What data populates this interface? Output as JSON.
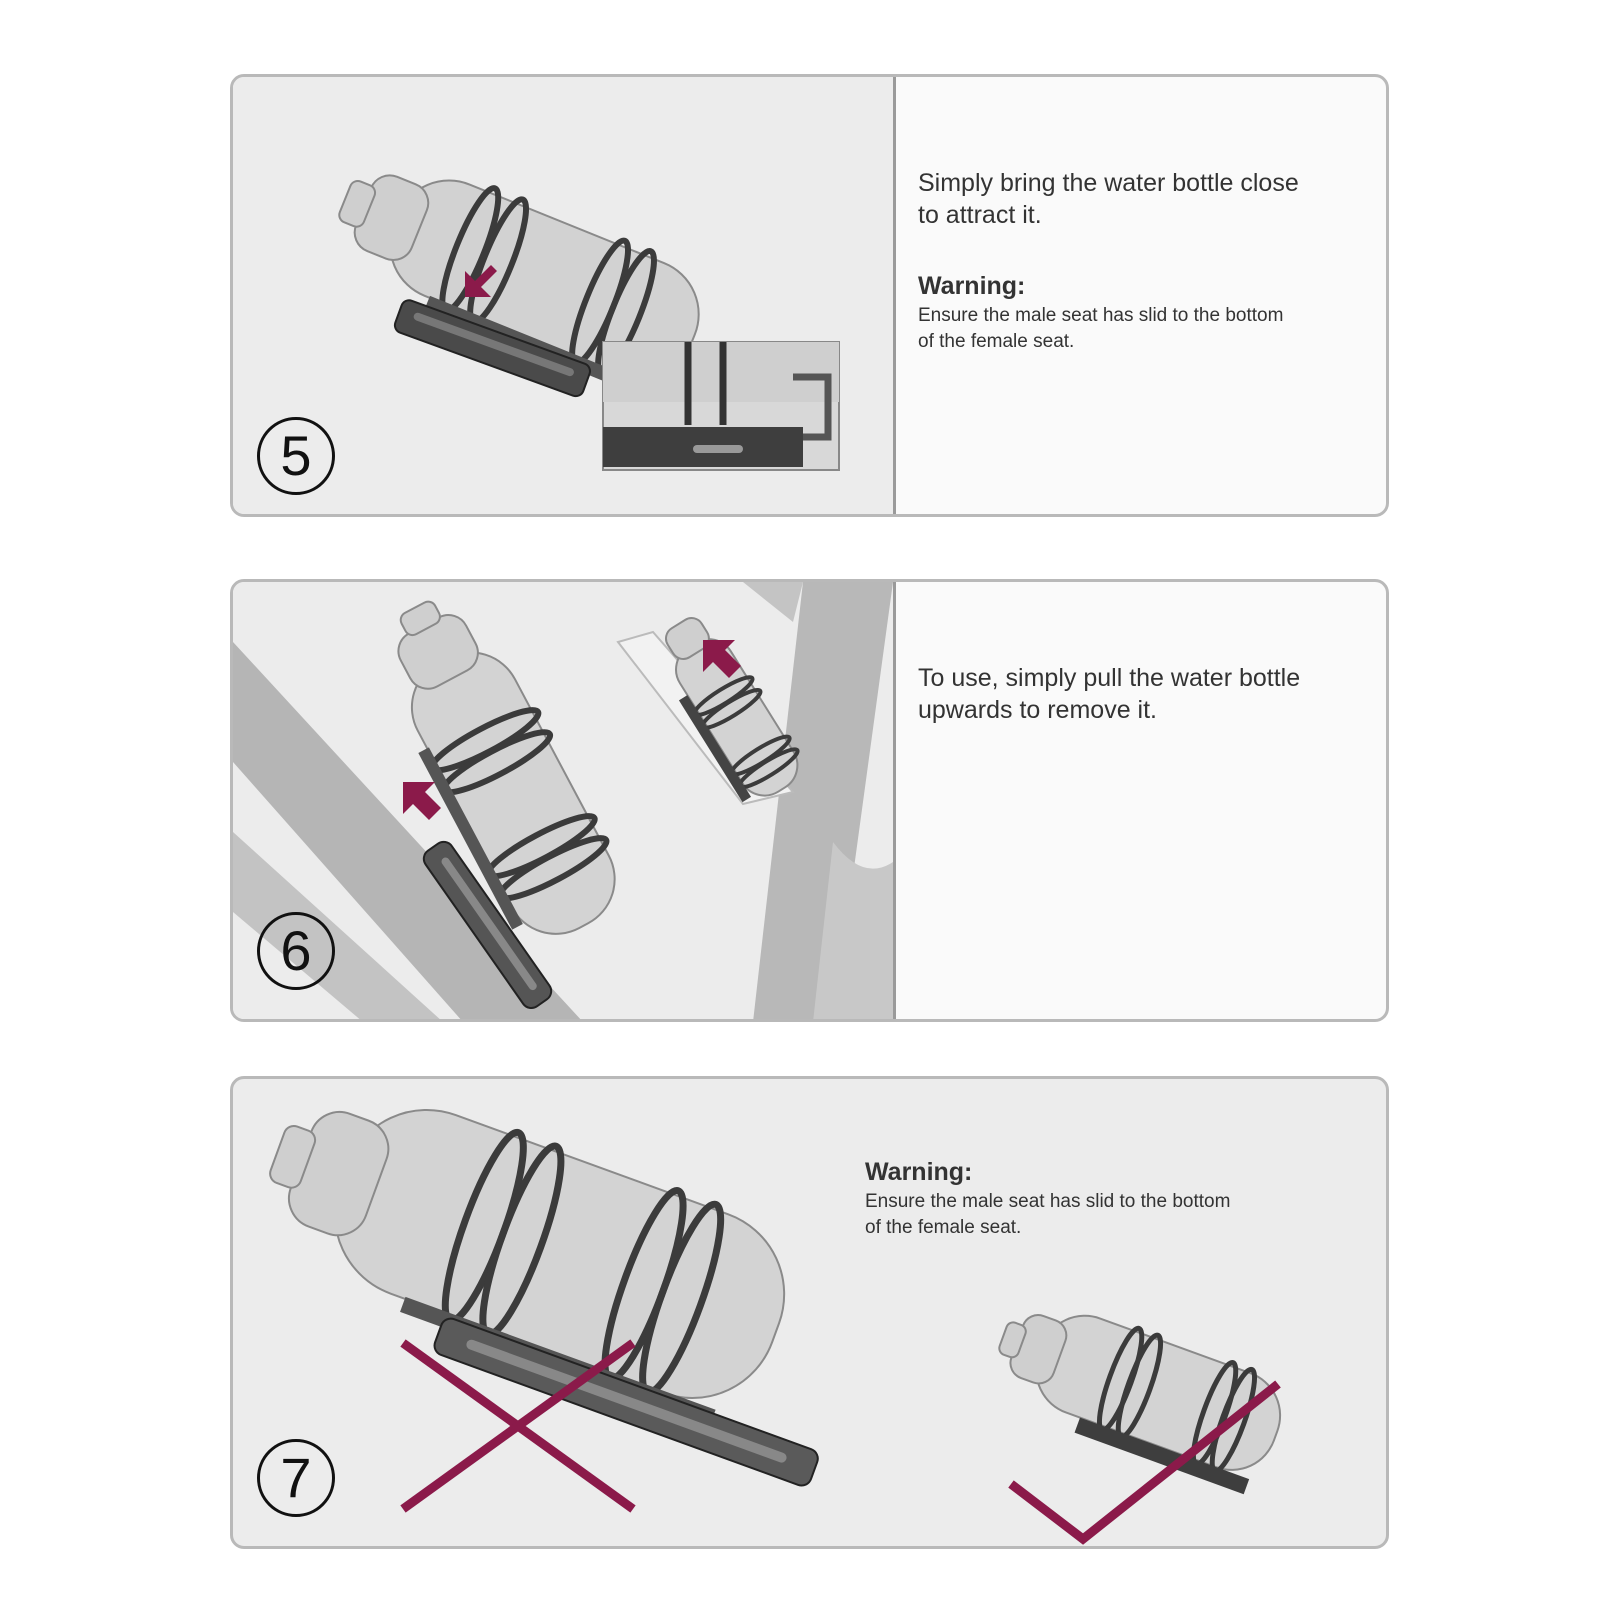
{
  "steps": [
    {
      "number": "5",
      "instruction": "Simply bring the water bottle close\nto attract it.",
      "warning_title": "Warning:",
      "warning_body": "Ensure the male seat has slid to the bottom\nof the female seat."
    },
    {
      "number": "6",
      "instruction": " To use, simply pull the water bottle\nupwards to remove it."
    },
    {
      "number": "7",
      "warning_title": "Warning:",
      "warning_body": "Ensure the male seat has slid to the bottom\nof the female seat."
    }
  ],
  "colors": {
    "accent": "#8b1a4a",
    "panel_border": "#b9b9b9",
    "illustration_bg": "#ececec",
    "frame_gray": "#b5b5b5"
  },
  "icons": [
    "arrow-down-left-icon",
    "arrow-up-left-icon",
    "cross-mark-icon",
    "check-mark-icon"
  ]
}
